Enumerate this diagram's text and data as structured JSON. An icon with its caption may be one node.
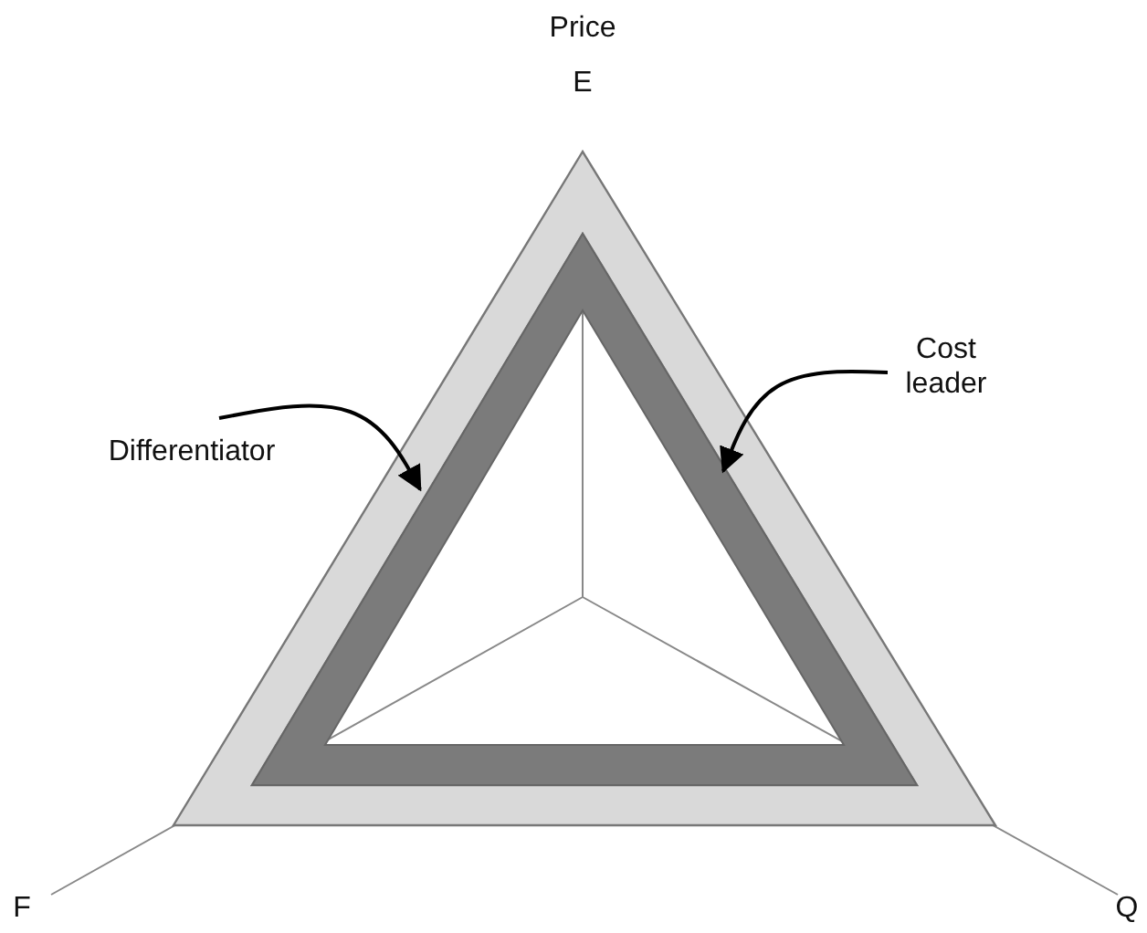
{
  "diagram": {
    "nodes": [
      {
        "text": [
          "Differentiator"
        ]
      },
      {
        "text": [
          "Cost leader"
        ]
      },
      {
        "text": [],
        "shape": "triangle"
      }
    ],
    "edges": [
      {
        "from": 0,
        "to": 2,
        "arrow": "to"
      },
      {
        "from": 1,
        "to": 2,
        "arrow": "to"
      }
    ],
    "labels": [
      "Price",
      "E",
      "F",
      "Q"
    ]
  }
}
